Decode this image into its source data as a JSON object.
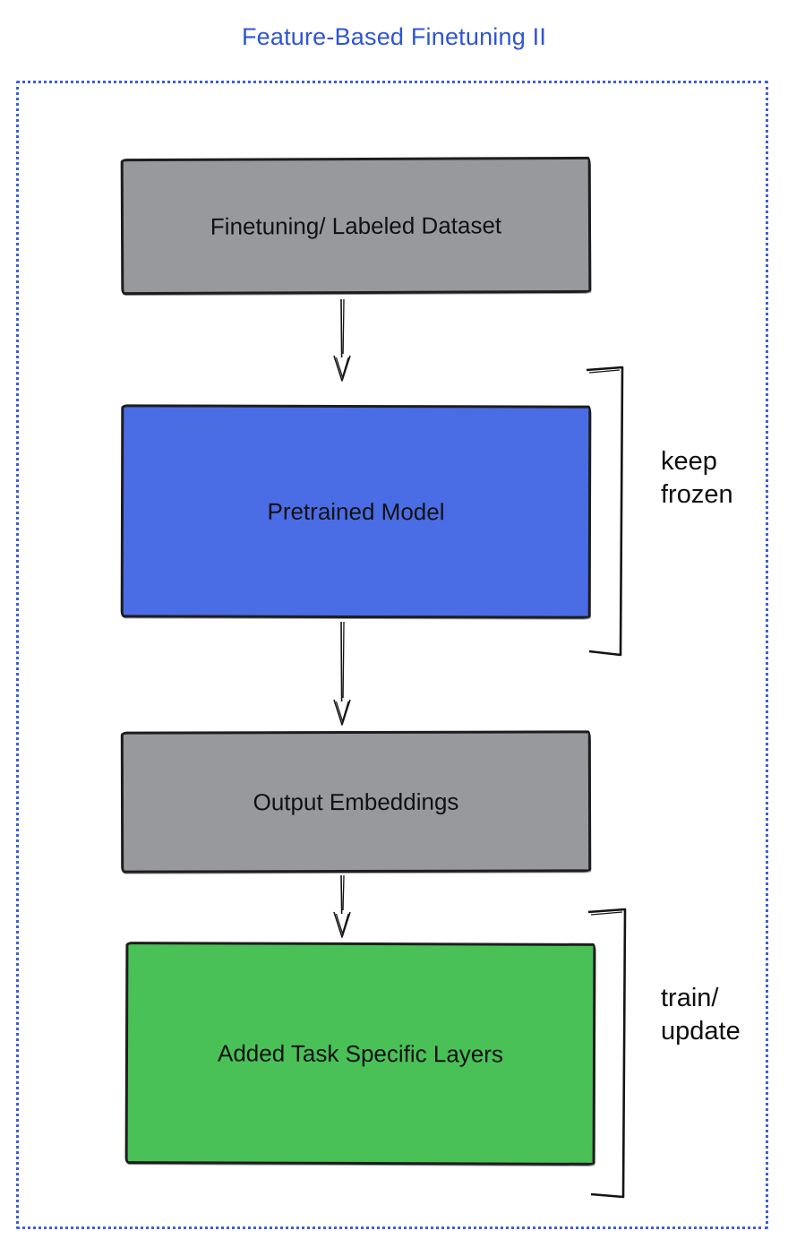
{
  "title": "Feature-Based Finetuning II",
  "boxes": [
    {
      "id": "finetuning-dataset",
      "label": "Finetuning/ Labeled Dataset",
      "fill": "#97999d"
    },
    {
      "id": "pretrained-model",
      "label": "Pretrained Model",
      "fill": "#4a6de5"
    },
    {
      "id": "output-embeddings",
      "label": "Output Embeddings",
      "fill": "#97999d"
    },
    {
      "id": "task-specific-layers",
      "label": "Added Task Specific Layers",
      "fill": "#49c156"
    }
  ],
  "annotations": [
    {
      "label": "keep frozen"
    },
    {
      "label": "train/ update"
    }
  ],
  "colors": {
    "title_text": "#2f55d4",
    "frame_border": "#3f5fd0",
    "box_border": "#1d1d1f",
    "stroke": "#141414",
    "text": "#111111"
  }
}
